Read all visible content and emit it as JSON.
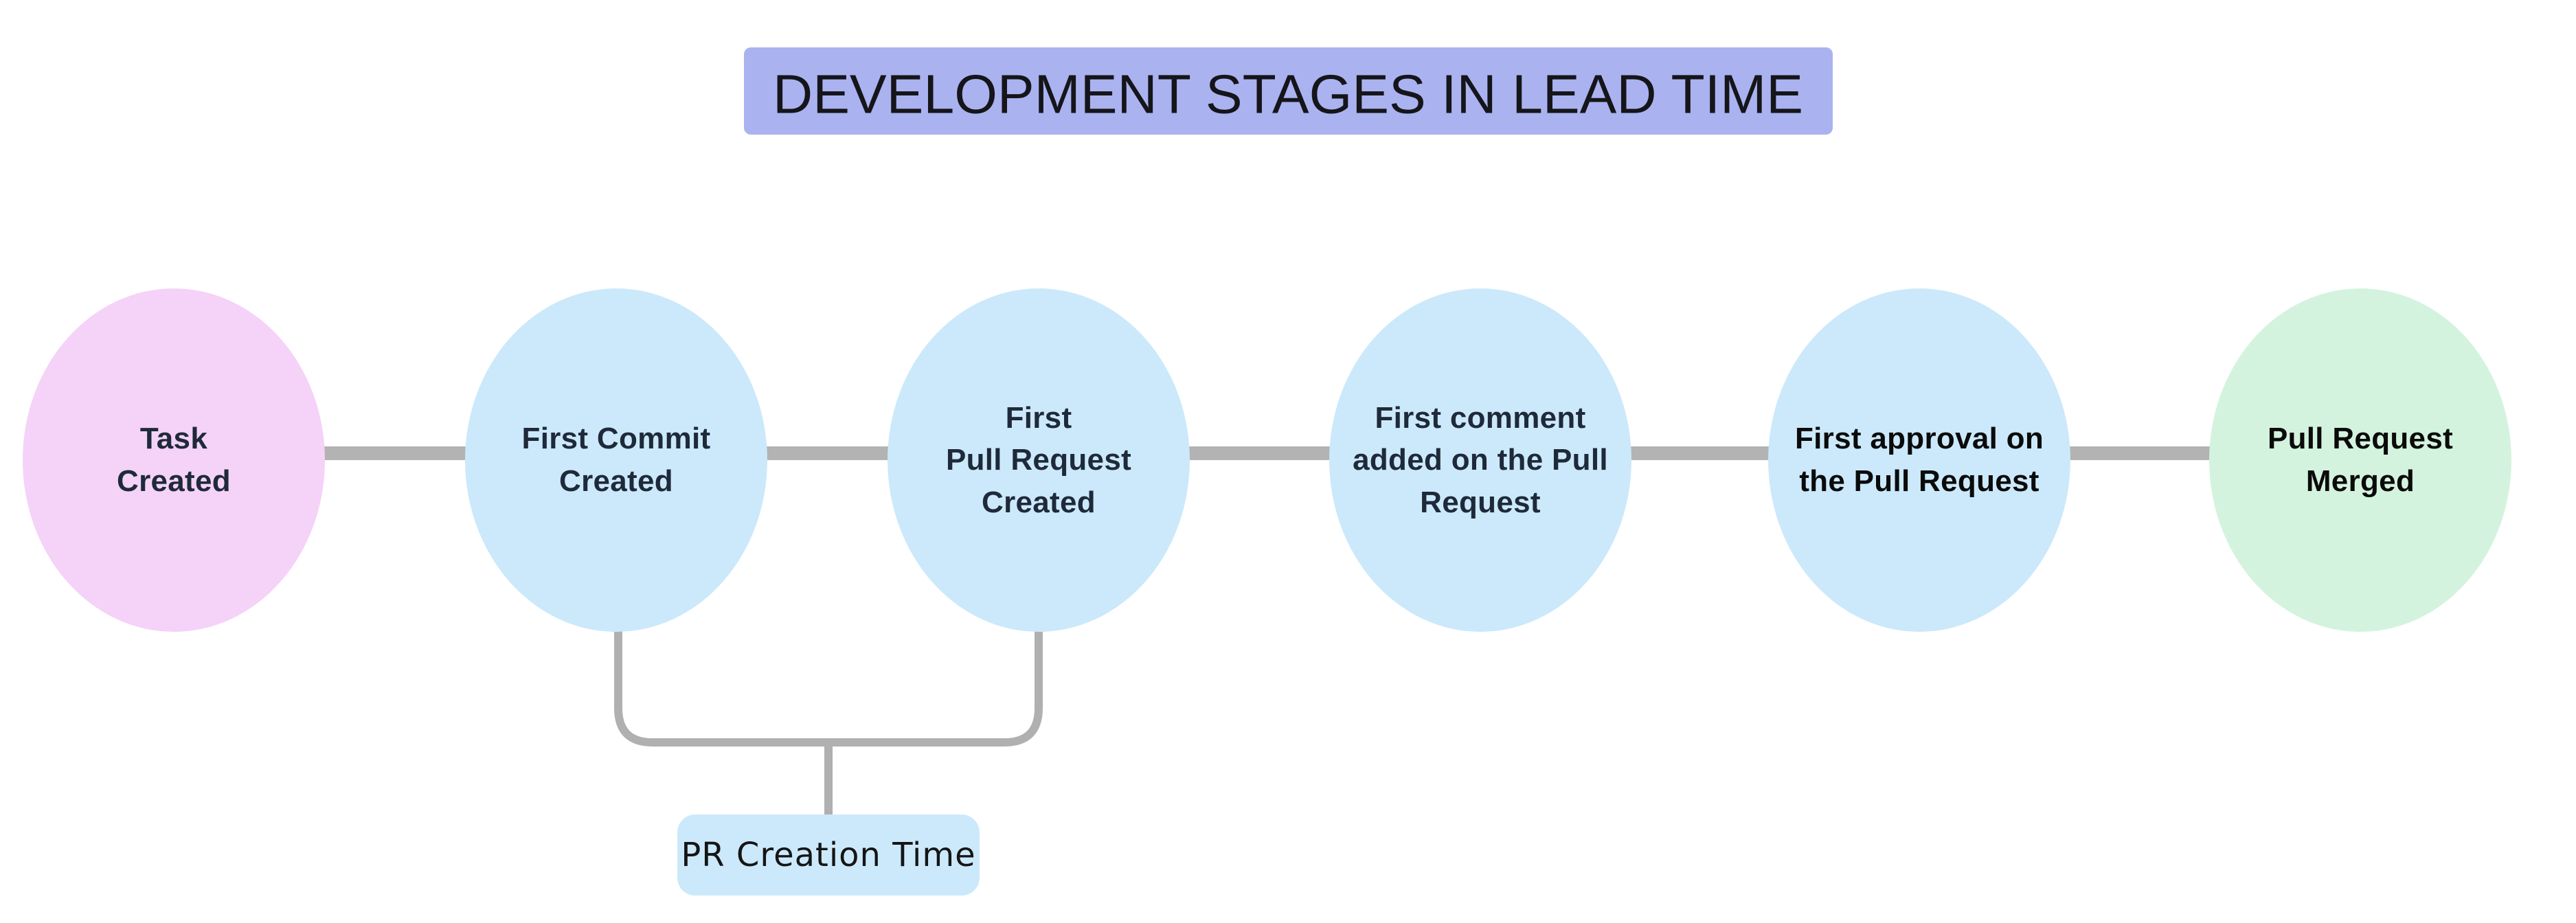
{
  "title": {
    "text": "DEVELOPMENT STAGES IN LEAD TIME",
    "bg": "#aab3f0",
    "color": "#15151a"
  },
  "nodes": [
    {
      "id": "task-created",
      "label": "Task\nCreated",
      "fill": "#f5d2f8",
      "text_color": "#1e2a3a"
    },
    {
      "id": "first-commit-created",
      "label": "First Commit\nCreated",
      "fill": "#cce9fb",
      "text_color": "#1e2a3a"
    },
    {
      "id": "first-pull-request-created",
      "label": "First\nPull Request\nCreated",
      "fill": "#cce9fb",
      "text_color": "#1e2a3a"
    },
    {
      "id": "first-comment-added",
      "label": "First comment\nadded on the Pull\nRequest",
      "fill": "#cce9fb",
      "text_color": "#1e2a3a"
    },
    {
      "id": "first-approval",
      "label": "First approval on\nthe Pull Request",
      "fill": "#cce9fb",
      "text_color": "#0b0b0b"
    },
    {
      "id": "pull-request-merged",
      "label": "Pull Request\nMerged",
      "fill": "#d4f3de",
      "text_color": "#0b0b0b"
    }
  ],
  "annotation": {
    "label": "PR Creation Time",
    "bg": "#cce9fb",
    "color": "#151515",
    "connects": [
      "first-commit-created",
      "first-pull-request-created"
    ]
  },
  "colors": {
    "background": "#ffffff",
    "connector": "#b3b3b3",
    "bracket": "#b0b0b0"
  }
}
